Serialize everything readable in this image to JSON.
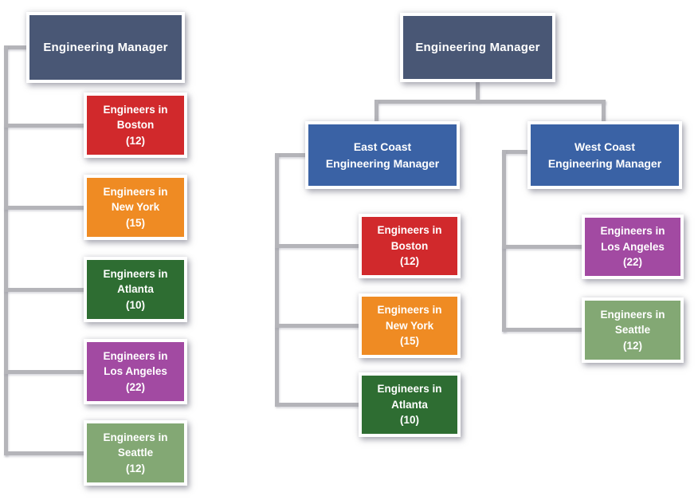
{
  "colors": {
    "navy": "#495775",
    "blue": "#3a62a5",
    "red": "#d1292c",
    "orange": "#ef8b23",
    "dark_green": "#2e6d32",
    "purple": "#a24aa2",
    "light_green": "#83a874",
    "connector_gray": "#b4b4b9"
  },
  "chart_left": {
    "manager": "Engineering Manager",
    "children": [
      {
        "lines": [
          "Engineers in",
          "Boston",
          "(12)"
        ],
        "city": "Boston",
        "count": 12,
        "color": "#d1292c"
      },
      {
        "lines": [
          "Engineers in",
          "New York",
          "(15)"
        ],
        "city": "New York",
        "count": 15,
        "color": "#ef8b23"
      },
      {
        "lines": [
          "Engineers in",
          "Atlanta",
          "(10)"
        ],
        "city": "Atlanta",
        "count": 10,
        "color": "#2e6d32"
      },
      {
        "lines": [
          "Engineers in",
          "Los Angeles",
          "(22)"
        ],
        "city": "Los Angeles",
        "count": 22,
        "color": "#a24aa2"
      },
      {
        "lines": [
          "Engineers in",
          "Seattle",
          "(12)"
        ],
        "city": "Seattle",
        "count": 12,
        "color": "#83a874"
      }
    ]
  },
  "chart_right": {
    "manager": "Engineering Manager",
    "submanagers": [
      {
        "lines": [
          "East Coast",
          "Engineering Manager"
        ],
        "color": "#3a62a5",
        "children": [
          {
            "lines": [
              "Engineers in",
              "Boston",
              "(12)"
            ],
            "city": "Boston",
            "count": 12,
            "color": "#d1292c"
          },
          {
            "lines": [
              "Engineers in",
              "New York",
              "(15)"
            ],
            "city": "New York",
            "count": 15,
            "color": "#ef8b23"
          },
          {
            "lines": [
              "Engineers in",
              "Atlanta",
              "(10)"
            ],
            "city": "Atlanta",
            "count": 10,
            "color": "#2e6d32"
          }
        ]
      },
      {
        "lines": [
          "West Coast",
          "Engineering Manager"
        ],
        "color": "#3a62a5",
        "children": [
          {
            "lines": [
              "Engineers in",
              "Los Angeles",
              "(22)"
            ],
            "city": "Los Angeles",
            "count": 22,
            "color": "#a24aa2"
          },
          {
            "lines": [
              "Engineers in",
              "Seattle",
              "(12)"
            ],
            "city": "Seattle",
            "count": 12,
            "color": "#83a874"
          }
        ]
      }
    ]
  }
}
